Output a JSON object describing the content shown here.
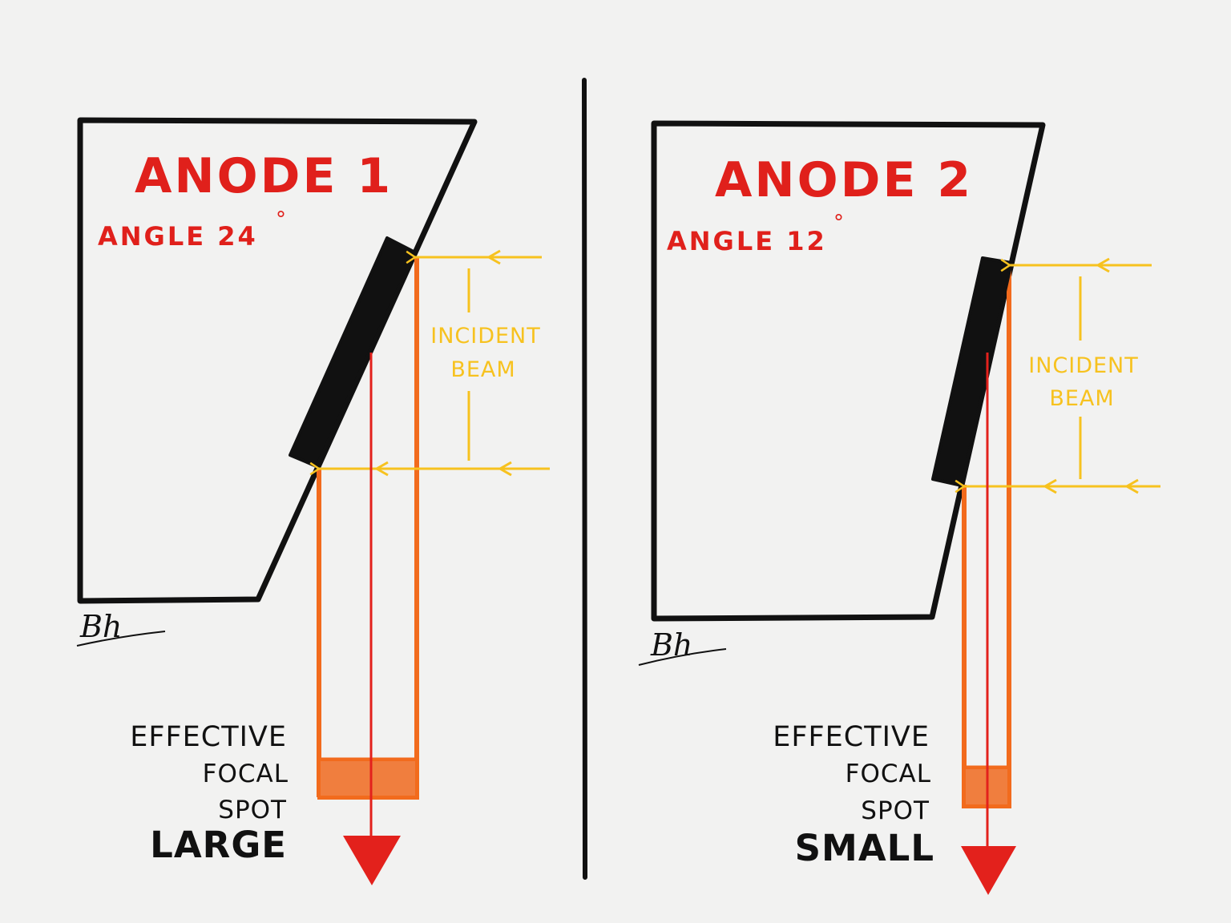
{
  "colors": {
    "background": "#f2f2f1",
    "outline": "#111111",
    "title_red": "#e0201b",
    "beam_yellow": "#f7c21f",
    "emitted_orange": "#f26b1d",
    "spot_fill": "#f07e3e",
    "central_ray_red": "#e3211c"
  },
  "panels": [
    {
      "title": "ANODE 1",
      "angle_label": "ANGLE 24",
      "degree_symbol": "°",
      "beam_label_line1": "INCIDENT",
      "beam_label_line2": "BEAM",
      "effective_line1": "EFFECTIVE",
      "effective_line2": "FOCAL",
      "effective_line3": "SPOT",
      "size_word": "LARGE",
      "signature": "Bh"
    },
    {
      "title": "ANODE 2",
      "angle_label": "ANGLE 12",
      "degree_symbol": "°",
      "beam_label_line1": "INCIDENT",
      "beam_label_line2": "BEAM",
      "effective_line1": "EFFECTIVE",
      "effective_line2": "FOCAL",
      "effective_line3": "SPOT",
      "size_word": "SMALL",
      "signature": "Bh"
    }
  ]
}
